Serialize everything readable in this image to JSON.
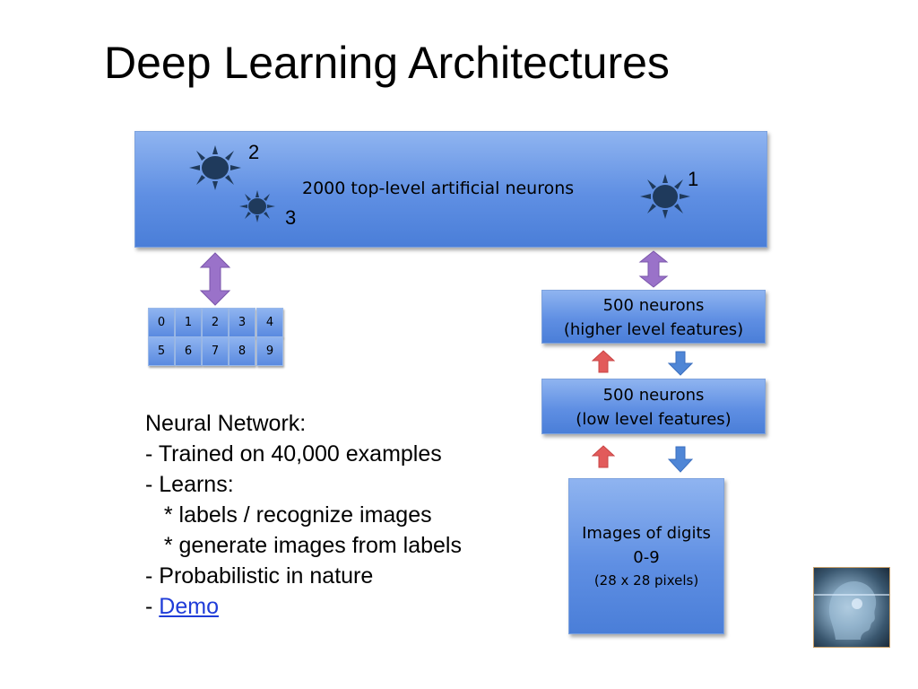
{
  "slide": {
    "title": "Deep Learning Architectures"
  },
  "diagram": {
    "top_layer": {
      "label": "2000 top-level artificial neurons",
      "markers": [
        "2",
        "3",
        "1"
      ]
    },
    "higher_layer": {
      "line1": "500 neurons",
      "line2": "(higher level features)"
    },
    "lower_layer": {
      "line1": "500 neurons",
      "line2": "(low level features)"
    },
    "input_layer": {
      "line1": "Images of digits",
      "line2": "0-9",
      "line3": "(28 x 28 pixels)"
    },
    "digit_labels": [
      "0",
      "1",
      "2",
      "3",
      "4",
      "5",
      "6",
      "7",
      "8",
      "9"
    ],
    "colors": {
      "arrow_purple": "#9a72c9",
      "arrow_red": "#e25b5b",
      "arrow_blue": "#4f86d6",
      "sun": "#1f3a5c"
    },
    "icons": [
      "sun-icon",
      "double-arrow-icon",
      "up-arrow-icon",
      "down-arrow-icon"
    ]
  },
  "notes": {
    "line1": "Neural Network:",
    "line2": "- Trained on 40,000 examples",
    "line3": "- Learns:",
    "line4": "   * labels / recognize images",
    "line5": "   * generate images from labels",
    "line6": "- Probabilistic in nature",
    "line7_prefix": "- ",
    "demo_link": "Demo"
  }
}
